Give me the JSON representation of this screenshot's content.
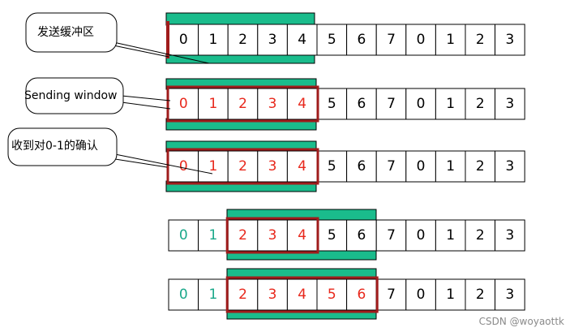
{
  "colors": {
    "sent_acked": "#1aa88a",
    "in_window": "#e8281c",
    "normal": "#000000",
    "buffer_bar": "#1abc8c",
    "window_frame": "#a01c1c"
  },
  "callouts": [
    {
      "id": "c1",
      "text": "发送缓冲区"
    },
    {
      "id": "c2",
      "text": "Sending window"
    },
    {
      "id": "c3",
      "text": "收到对0-1的确认"
    }
  ],
  "rows": [
    {
      "labels": [
        "0",
        "1",
        "2",
        "3",
        "4",
        "5",
        "6",
        "7",
        "0",
        "1",
        "2",
        "3"
      ],
      "colors": [
        "normal",
        "normal",
        "normal",
        "normal",
        "normal",
        "normal",
        "normal",
        "normal",
        "normal",
        "normal",
        "normal",
        "normal"
      ]
    },
    {
      "labels": [
        "0",
        "1",
        "2",
        "3",
        "4",
        "5",
        "6",
        "7",
        "0",
        "1",
        "2",
        "3"
      ],
      "colors": [
        "in_window",
        "in_window",
        "in_window",
        "in_window",
        "in_window",
        "normal",
        "normal",
        "normal",
        "normal",
        "normal",
        "normal",
        "normal"
      ]
    },
    {
      "labels": [
        "0",
        "1",
        "2",
        "3",
        "4",
        "5",
        "6",
        "7",
        "0",
        "1",
        "2",
        "3"
      ],
      "colors": [
        "in_window",
        "in_window",
        "in_window",
        "in_window",
        "in_window",
        "normal",
        "normal",
        "normal",
        "normal",
        "normal",
        "normal",
        "normal"
      ]
    },
    {
      "labels": [
        "0",
        "1",
        "2",
        "3",
        "4",
        "5",
        "6",
        "7",
        "0",
        "1",
        "2",
        "3"
      ],
      "colors": [
        "sent_acked",
        "sent_acked",
        "in_window",
        "in_window",
        "in_window",
        "normal",
        "normal",
        "normal",
        "normal",
        "normal",
        "normal",
        "normal"
      ]
    },
    {
      "labels": [
        "0",
        "1",
        "2",
        "3",
        "4",
        "5",
        "6",
        "7",
        "0",
        "1",
        "2",
        "3"
      ],
      "colors": [
        "sent_acked",
        "sent_acked",
        "in_window",
        "in_window",
        "in_window",
        "in_window",
        "in_window",
        "normal",
        "normal",
        "normal",
        "normal",
        "normal"
      ]
    }
  ],
  "windows": [
    {
      "row": 1,
      "start": 0,
      "end": 4
    },
    {
      "row": 2,
      "start": 0,
      "end": 4
    },
    {
      "row": 3,
      "start": 2,
      "end": 4
    },
    {
      "row": 4,
      "start": 2,
      "end": 6
    }
  ],
  "footer": "CSDN @woyaottk"
}
